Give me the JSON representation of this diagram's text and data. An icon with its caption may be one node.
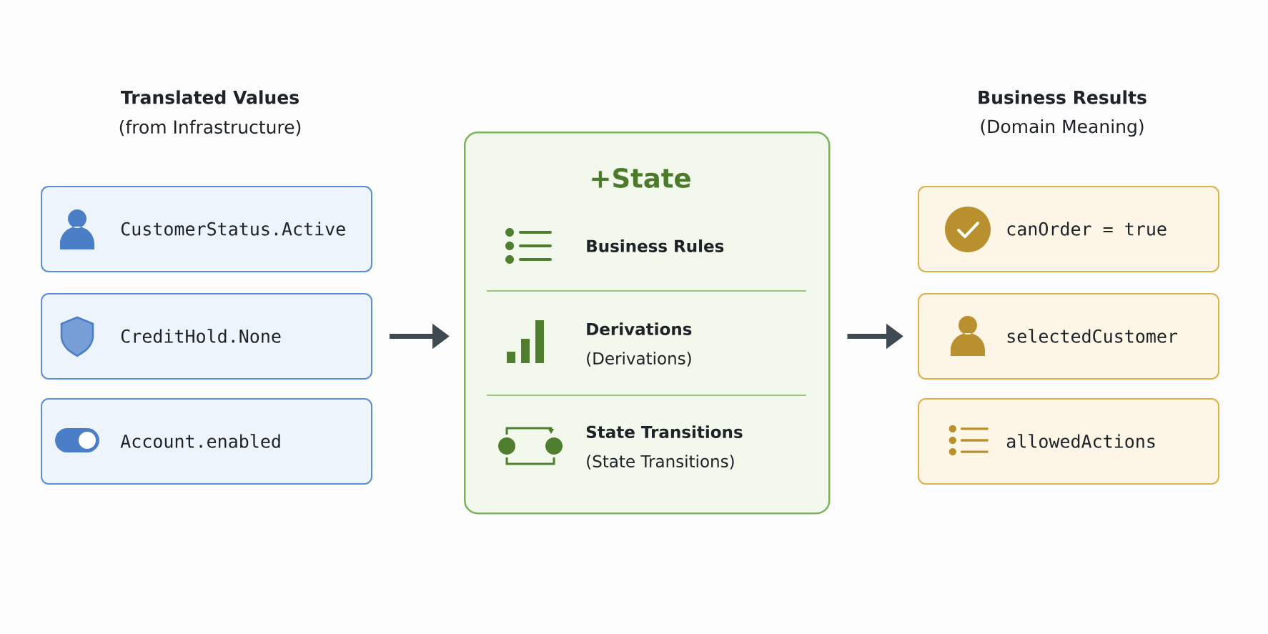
{
  "diagram": {
    "nodes": [
      {
        "text": [
          "CustomerStatus.Active"
        ]
      },
      {
        "text": [
          "CreditHold.None"
        ]
      },
      {
        "text": [
          "Account.enabled"
        ]
      },
      {
        "text": [
          "+State"
        ]
      },
      {
        "text": [
          "Business Rules"
        ],
        "in": 3
      },
      {
        "text": [
          "Derivations",
          "(Derivations)"
        ],
        "in": 3
      },
      {
        "text": [
          "State Transitions",
          "(State Transitions)"
        ],
        "in": 3
      },
      {
        "text": [
          "canOrder = true"
        ]
      },
      {
        "text": [
          "selectedCustomer"
        ]
      },
      {
        "text": [
          "allowedActions"
        ]
      }
    ],
    "edges": [
      {
        "from": 1,
        "to": 3,
        "arrow": "to"
      },
      {
        "from": 3,
        "to": 8,
        "arrow": "to"
      }
    ],
    "labels": [
      "Translated Values",
      "(from Infrastructure)",
      "Business Results",
      "(Domain Meaning)"
    ]
  }
}
